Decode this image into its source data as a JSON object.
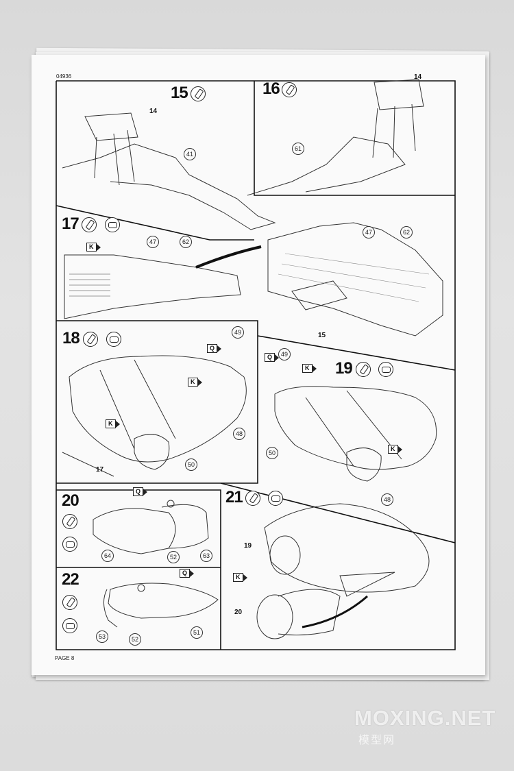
{
  "document": {
    "code": "04936",
    "page_label": "PAGE 8"
  },
  "steps": [
    {
      "number": "15",
      "refs": [
        "14",
        "41"
      ]
    },
    {
      "number": "16",
      "refs": [
        "14",
        "61"
      ]
    },
    {
      "number": "17",
      "refs": [
        "K",
        "47",
        "62"
      ]
    },
    {
      "number": "",
      "refs": [
        "47",
        "62",
        "15"
      ]
    },
    {
      "number": "18",
      "refs": [
        "Q",
        "49",
        "K",
        "K",
        "48",
        "50",
        "17"
      ]
    },
    {
      "number": "19",
      "refs": [
        "Q",
        "49",
        "K",
        "K",
        "50",
        "48"
      ]
    },
    {
      "number": "20",
      "refs": [
        "Q",
        "64",
        "52",
        "63"
      ]
    },
    {
      "number": "21",
      "refs": [
        "19",
        "K",
        "20"
      ]
    },
    {
      "number": "22",
      "refs": [
        "Q",
        "53",
        "52",
        "51"
      ]
    }
  ],
  "watermark": {
    "main": "MOXING.NET",
    "sub": "模型网"
  }
}
